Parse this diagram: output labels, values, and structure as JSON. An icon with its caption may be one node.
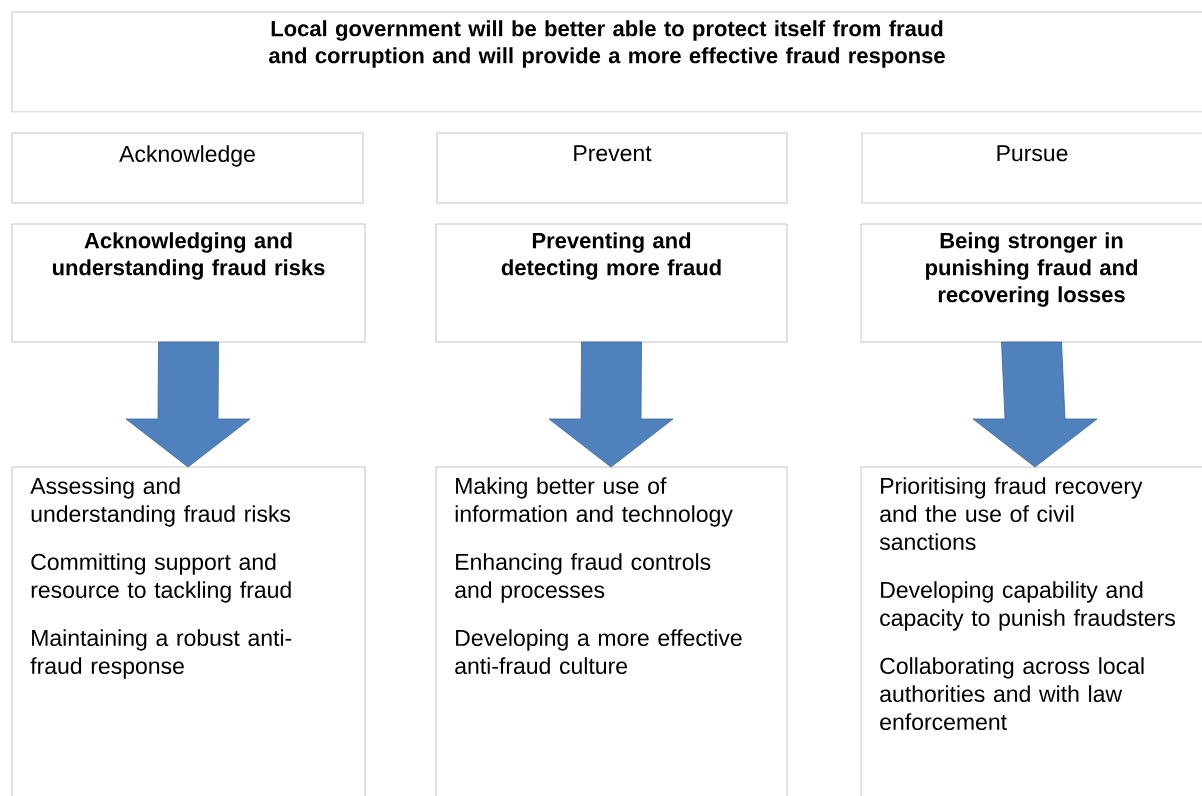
{
  "diagram": {
    "nodes": [
      {
        "text": [
          "Local government will be better able to protect itself from fraud and corruption and will provide a more effective fraud response"
        ]
      },
      {
        "text": [
          "Acknowledge"
        ]
      },
      {
        "text": [
          "Prevent"
        ]
      },
      {
        "text": [
          "Pursue"
        ]
      },
      {
        "text": [
          "Acknowledging and understanding fraud risks"
        ]
      },
      {
        "text": [
          "Preventing and detecting more fraud"
        ]
      },
      {
        "text": [
          "Being stronger in punishing fraud and recovering losses"
        ]
      },
      {
        "text": [
          "Assessing and understanding fraud risks",
          "Committing support and resource to tackling fraud",
          "Maintaining a robust anti-fraud response"
        ]
      },
      {
        "text": [
          "Making better use of information and technology",
          "Enhancing fraud controls and processes",
          "Developing a more effective anti-fraud culture"
        ]
      },
      {
        "text": [
          "Prioritising fraud recovery and the use of civil sanctions",
          "Developing capability and capacity to punish fraudsters",
          "Collaborating across local authorities and with law enforcement"
        ]
      }
    ],
    "edges": [
      {
        "from": 4,
        "to": 7,
        "arrow": "to",
        "color": "#4f81bd"
      },
      {
        "from": 5,
        "to": 8,
        "arrow": "to",
        "color": "#4f81bd"
      },
      {
        "from": 6,
        "to": 9,
        "arrow": "to",
        "color": "#4f81bd"
      }
    ]
  }
}
